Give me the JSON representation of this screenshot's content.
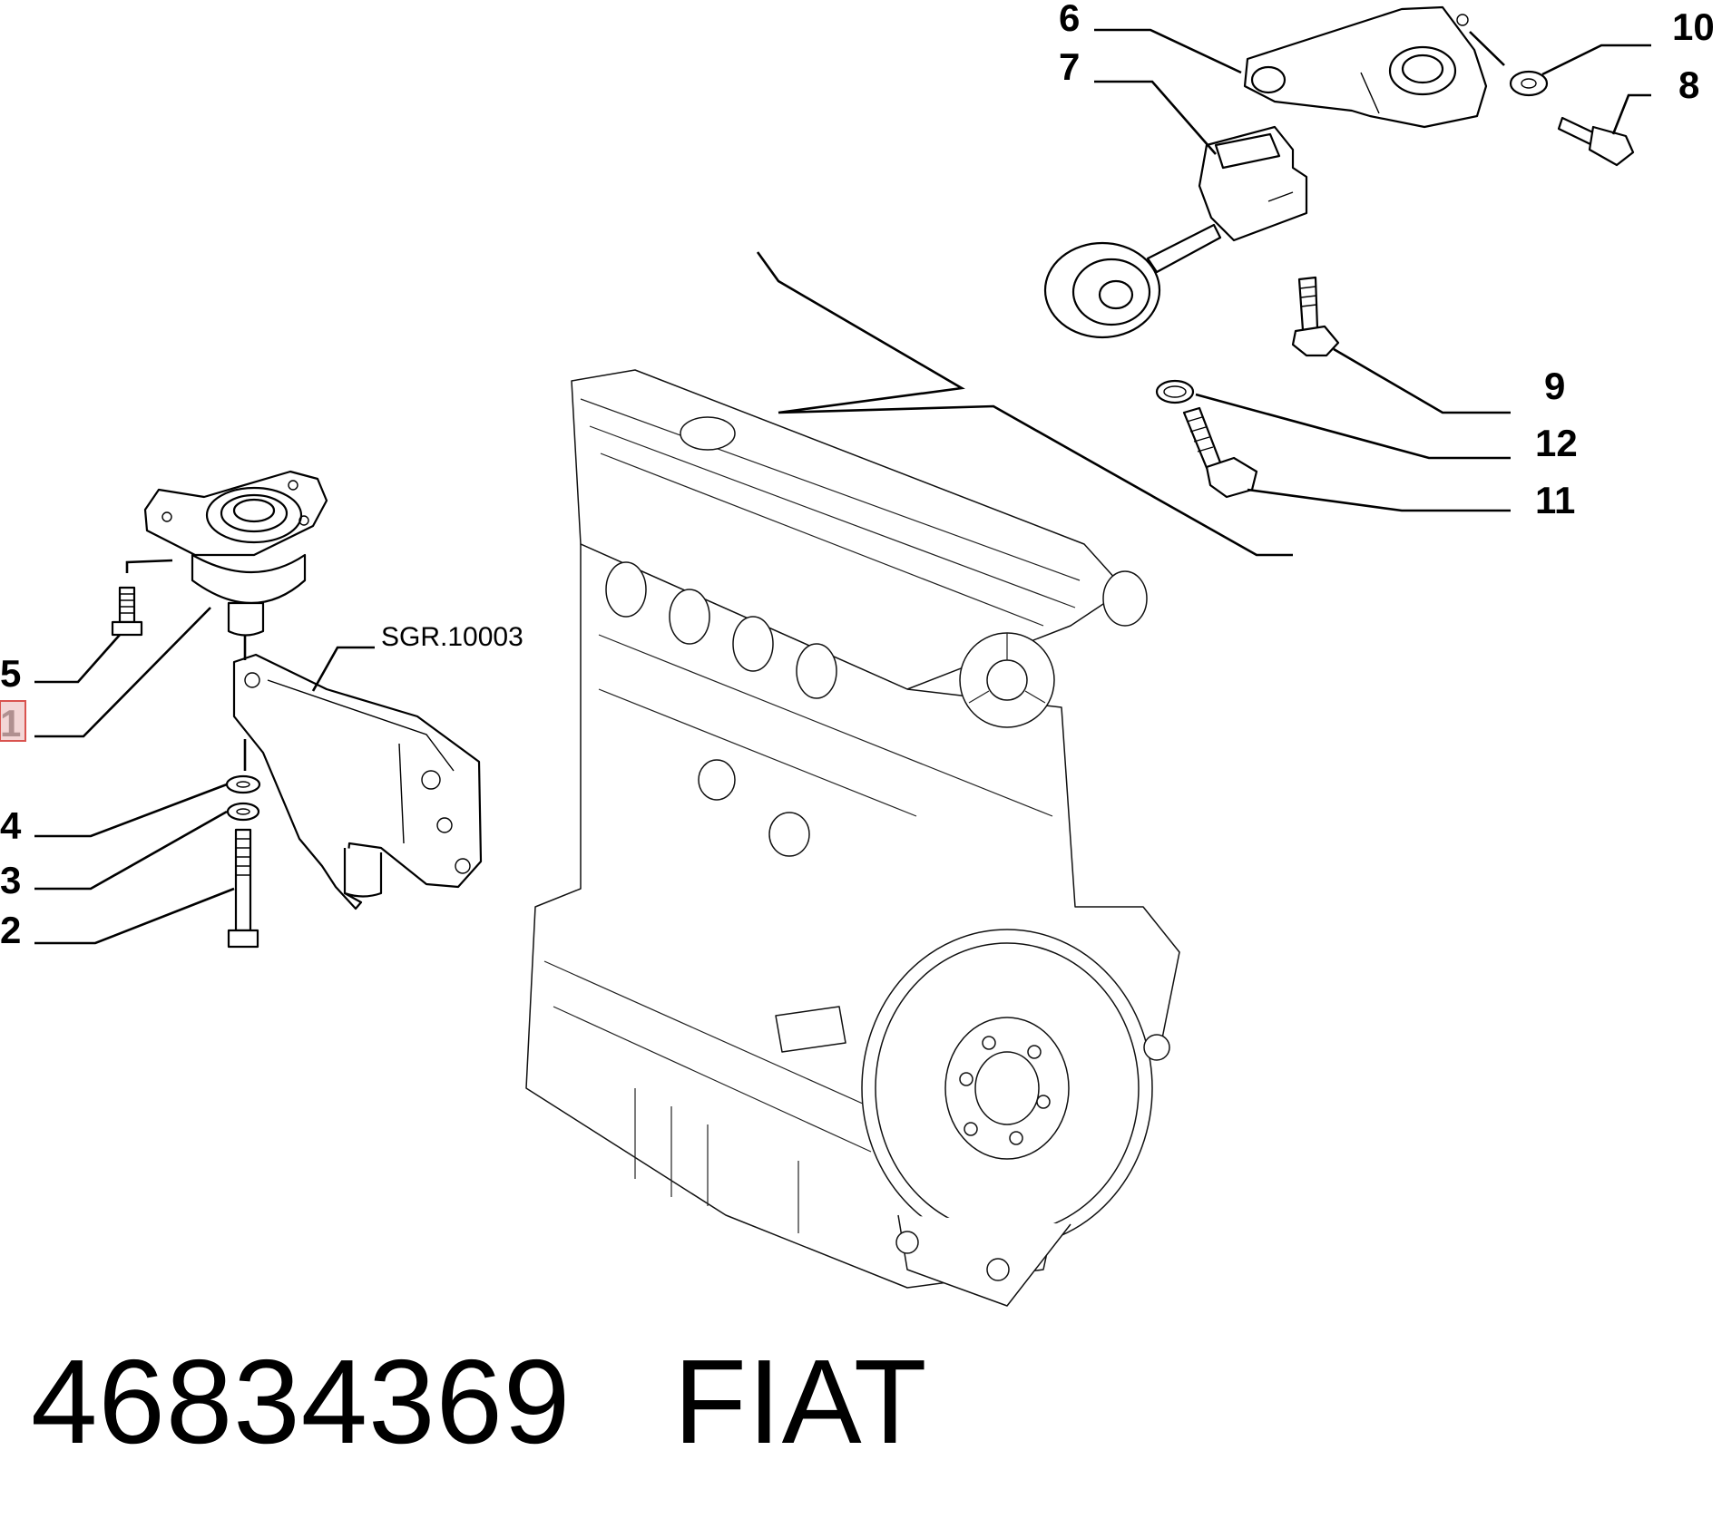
{
  "callouts": {
    "c1": "1",
    "c2": "2",
    "c3": "3",
    "c4": "4",
    "c5": "5",
    "c6": "6",
    "c7": "7",
    "c8": "8",
    "c9": "9",
    "c10": "10",
    "c11": "11",
    "c12": "12"
  },
  "reference": "SGR.10003",
  "footer": {
    "part_number": "46834369",
    "brand": "FIAT"
  },
  "colors": {
    "highlight_fill": "#f3d6d6",
    "highlight_border": "#d9534f"
  }
}
